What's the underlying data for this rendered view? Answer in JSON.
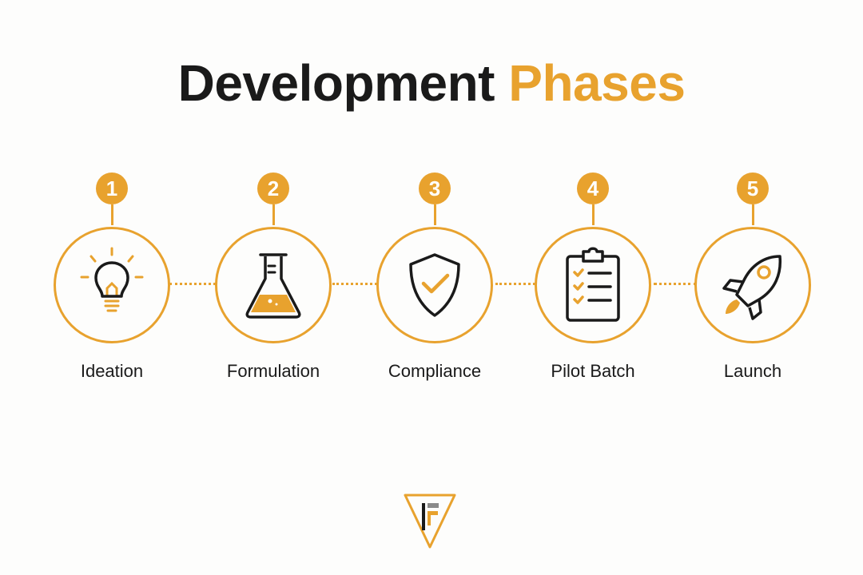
{
  "title": {
    "main": "Development",
    "accent": "Phases"
  },
  "colors": {
    "accent": "#e8a22e",
    "text": "#1a1a1a",
    "background": "#fdfdfc"
  },
  "phases": [
    {
      "number": "1",
      "label": "Ideation",
      "icon": "lightbulb-icon"
    },
    {
      "number": "2",
      "label": "Formulation",
      "icon": "flask-icon"
    },
    {
      "number": "3",
      "label": "Compliance",
      "icon": "shield-check-icon"
    },
    {
      "number": "4",
      "label": "Pilot Batch",
      "icon": "clipboard-checklist-icon"
    },
    {
      "number": "5",
      "label": "Launch",
      "icon": "rocket-icon"
    }
  ],
  "logo": {
    "icon": "brand-triangle-logo"
  }
}
